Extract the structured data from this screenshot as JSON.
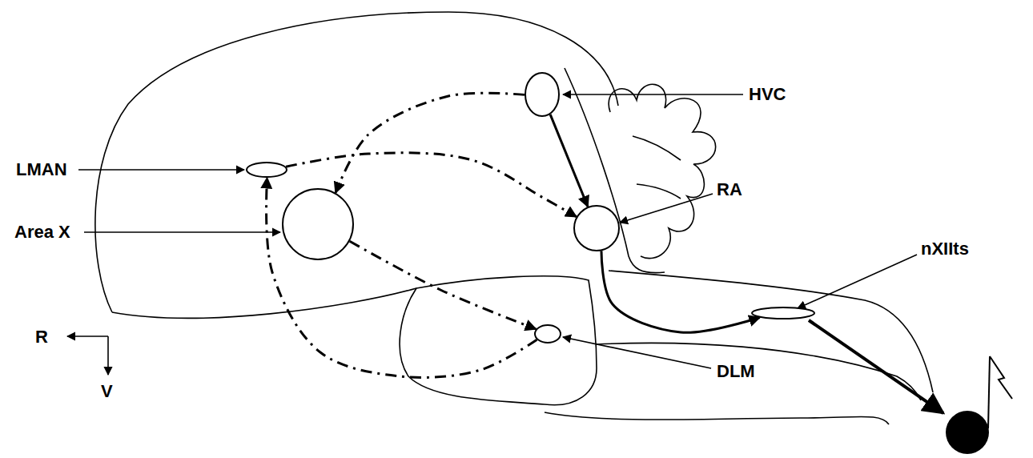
{
  "diagram": {
    "nodes": [
      {
        "text": [
          "HVC"
        ]
      },
      {
        "text": [
          "LMAN"
        ]
      },
      {
        "text": [
          "Area X"
        ]
      },
      {
        "text": [
          "RA"
        ]
      },
      {
        "text": [
          "nXIIts"
        ]
      },
      {
        "text": [
          "DLM"
        ]
      }
    ],
    "edges": [
      {
        "from": 0,
        "to": 3,
        "arrow": "to"
      },
      {
        "from": 0,
        "to": 2,
        "arrow": "to"
      },
      {
        "from": 1,
        "to": 3,
        "arrow": "to"
      },
      {
        "from": 2,
        "to": 5,
        "arrow": "to"
      },
      {
        "from": 5,
        "to": 1,
        "arrow": "to"
      },
      {
        "from": 3,
        "to": 4,
        "arrow": "to"
      }
    ],
    "labels": [
      "R",
      "V"
    ]
  }
}
